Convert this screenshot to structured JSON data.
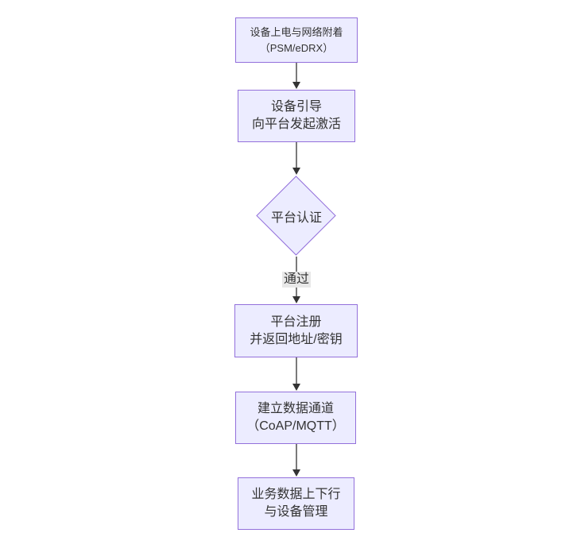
{
  "diagram": {
    "nodes": {
      "power_attach": {
        "lines": [
          "设备上电与网络附着",
          "（PSM/eDRX）"
        ]
      },
      "bootstrap": {
        "lines": [
          "设备引导",
          "向平台发起激活"
        ]
      },
      "auth_decision": {
        "shape": "diamond",
        "label": "平台认证"
      },
      "register": {
        "lines": [
          "平台注册",
          "并返回地址/密钥"
        ]
      },
      "data_channel": {
        "lines": [
          "建立数据通道",
          "（CoAP/MQTT）"
        ]
      },
      "business": {
        "lines": [
          "业务数据上下行",
          "与设备管理"
        ]
      }
    },
    "edges": {
      "auth_to_register": {
        "label": "通过"
      }
    },
    "colors": {
      "node_fill": "#ECECFF",
      "node_border": "#9370DB",
      "edge_stroke": "#333333",
      "edge_label_bg": "#e8e8e8",
      "text": "#333333",
      "background": "#ffffff"
    }
  }
}
